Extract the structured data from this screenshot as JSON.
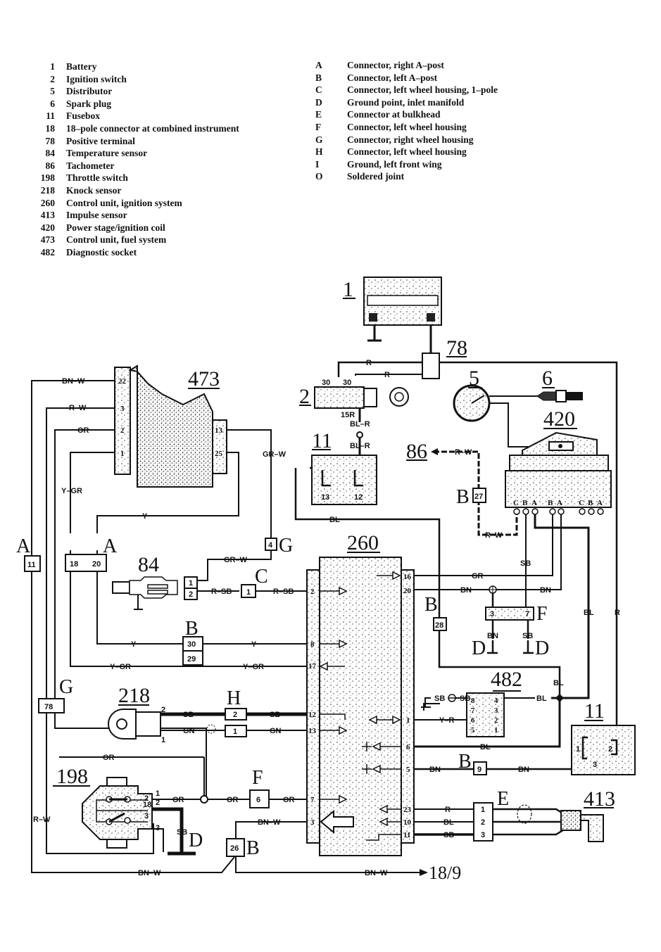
{
  "legend": {
    "components": [
      {
        "num": "1",
        "label": "Battery"
      },
      {
        "num": "2",
        "label": "Ignition switch"
      },
      {
        "num": "5",
        "label": "Distributor"
      },
      {
        "num": "6",
        "label": "Spark plug"
      },
      {
        "num": "11",
        "label": "Fusebox"
      },
      {
        "num": "18",
        "label": "18–pole connector at combined instrument"
      },
      {
        "num": "78",
        "label": "Positive terminal"
      },
      {
        "num": "84",
        "label": "Temperature sensor"
      },
      {
        "num": "86",
        "label": "Tachometer"
      },
      {
        "num": "198",
        "label": "Throttle switch"
      },
      {
        "num": "218",
        "label": "Knock sensor"
      },
      {
        "num": "260",
        "label": "Control unit, ignition system"
      },
      {
        "num": "413",
        "label": "Impulse sensor"
      },
      {
        "num": "420",
        "label": "Power stage/ignition coil"
      },
      {
        "num": "473",
        "label": "Control unit, fuel system"
      },
      {
        "num": "482",
        "label": "Diagnostic socket"
      }
    ],
    "connectors": [
      {
        "key": "A",
        "label": "Connector, right A–post"
      },
      {
        "key": "B",
        "label": "Connector, left A–post"
      },
      {
        "key": "C",
        "label": "Connector, left wheel housing, 1–pole"
      },
      {
        "key": "D",
        "label": "Ground point, inlet manifold"
      },
      {
        "key": "E",
        "label": "Connector at bulkhead"
      },
      {
        "key": "F",
        "label": "Connector, left wheel housing"
      },
      {
        "key": "G",
        "label": "Connector, right wheel housing"
      },
      {
        "key": "H",
        "label": "Connector, left wheel housing"
      },
      {
        "key": "I",
        "label": "Ground, left front wing"
      },
      {
        "key": "O",
        "label": "Soldered joint"
      }
    ]
  },
  "components": {
    "battery": "1",
    "ignition_switch": "2",
    "distributor": "5",
    "spark_plug": "6",
    "fusebox_top": "11",
    "fusebox_bottom": "11",
    "positive_terminal": "78",
    "temp_sensor": "84",
    "tachometer": "86",
    "throttle_switch": "198",
    "knock_sensor": "218",
    "ign_control_unit": "260",
    "impulse_sensor": "413",
    "power_stage": "420",
    "fuel_control_unit": "473",
    "diag_socket": "482",
    "instrument_ref": "18/9"
  },
  "connector_letters": {
    "a_left": "A",
    "a_mid": "A",
    "b_27": "B",
    "b_30": "B",
    "b_28": "B",
    "b_9": "B",
    "b_26": "B",
    "c": "C",
    "d_198": "D",
    "d_f_left": "D",
    "d_f_right": "D",
    "e": "E",
    "f_6": "F",
    "f_box": "F",
    "g_4": "G",
    "g_78": "G",
    "h": "H"
  },
  "connector_pins": {
    "a_11": "11",
    "a_18": "18",
    "a_20": "20",
    "g_4": "4",
    "g_78": "78",
    "b_27": "27",
    "b_30": "30",
    "b_29": "29",
    "b_28": "28",
    "b_9": "9",
    "b_26": "26",
    "c_1": "1",
    "h_2": "2",
    "h_1": "1",
    "f_6": "6",
    "f_3": "3",
    "f_7": "7",
    "e_1": "1",
    "e_2": "2",
    "e_3": "3",
    "s84_1": "1",
    "s84_2": "2"
  },
  "pins": {
    "u473_left": [
      "22",
      "3",
      "2",
      "1"
    ],
    "u473_right": [
      "13",
      "25"
    ],
    "u260_left": [
      "2",
      "8",
      "17",
      "12",
      "13",
      "7",
      "3"
    ],
    "u260_right": [
      "16",
      "20",
      "1",
      "6",
      "5",
      "23",
      "10",
      "11"
    ],
    "fuse_top": [
      "13",
      "12"
    ],
    "fuse_bottom": [
      "1",
      "2",
      "3"
    ],
    "switch2": [
      "30",
      "30",
      "15R"
    ],
    "p420": [
      "C",
      "B",
      "A",
      "B",
      "A",
      "C",
      "B",
      "A"
    ],
    "d482_left": [
      "8",
      "7",
      "6",
      "5"
    ],
    "d482_right": [
      "4",
      "3",
      "2",
      "1"
    ],
    "ks218": [
      "2",
      "1"
    ],
    "ts198_inner": [
      "2",
      "18",
      "3"
    ],
    "ts198_outer": [
      "1",
      "2",
      "3"
    ]
  },
  "wires": {
    "bn_w": "BN–W",
    "r_w": "R–W",
    "or": "OR",
    "y_gr": "Y–GR",
    "y": "Y",
    "gr_w": "GR–W",
    "r_sb": "R–SB",
    "r": "R",
    "bl_r": "BL–R",
    "bl": "BL",
    "gr": "GR",
    "bn": "BN",
    "sb": "SB",
    "gn": "GN",
    "y_r": "Y–R"
  }
}
